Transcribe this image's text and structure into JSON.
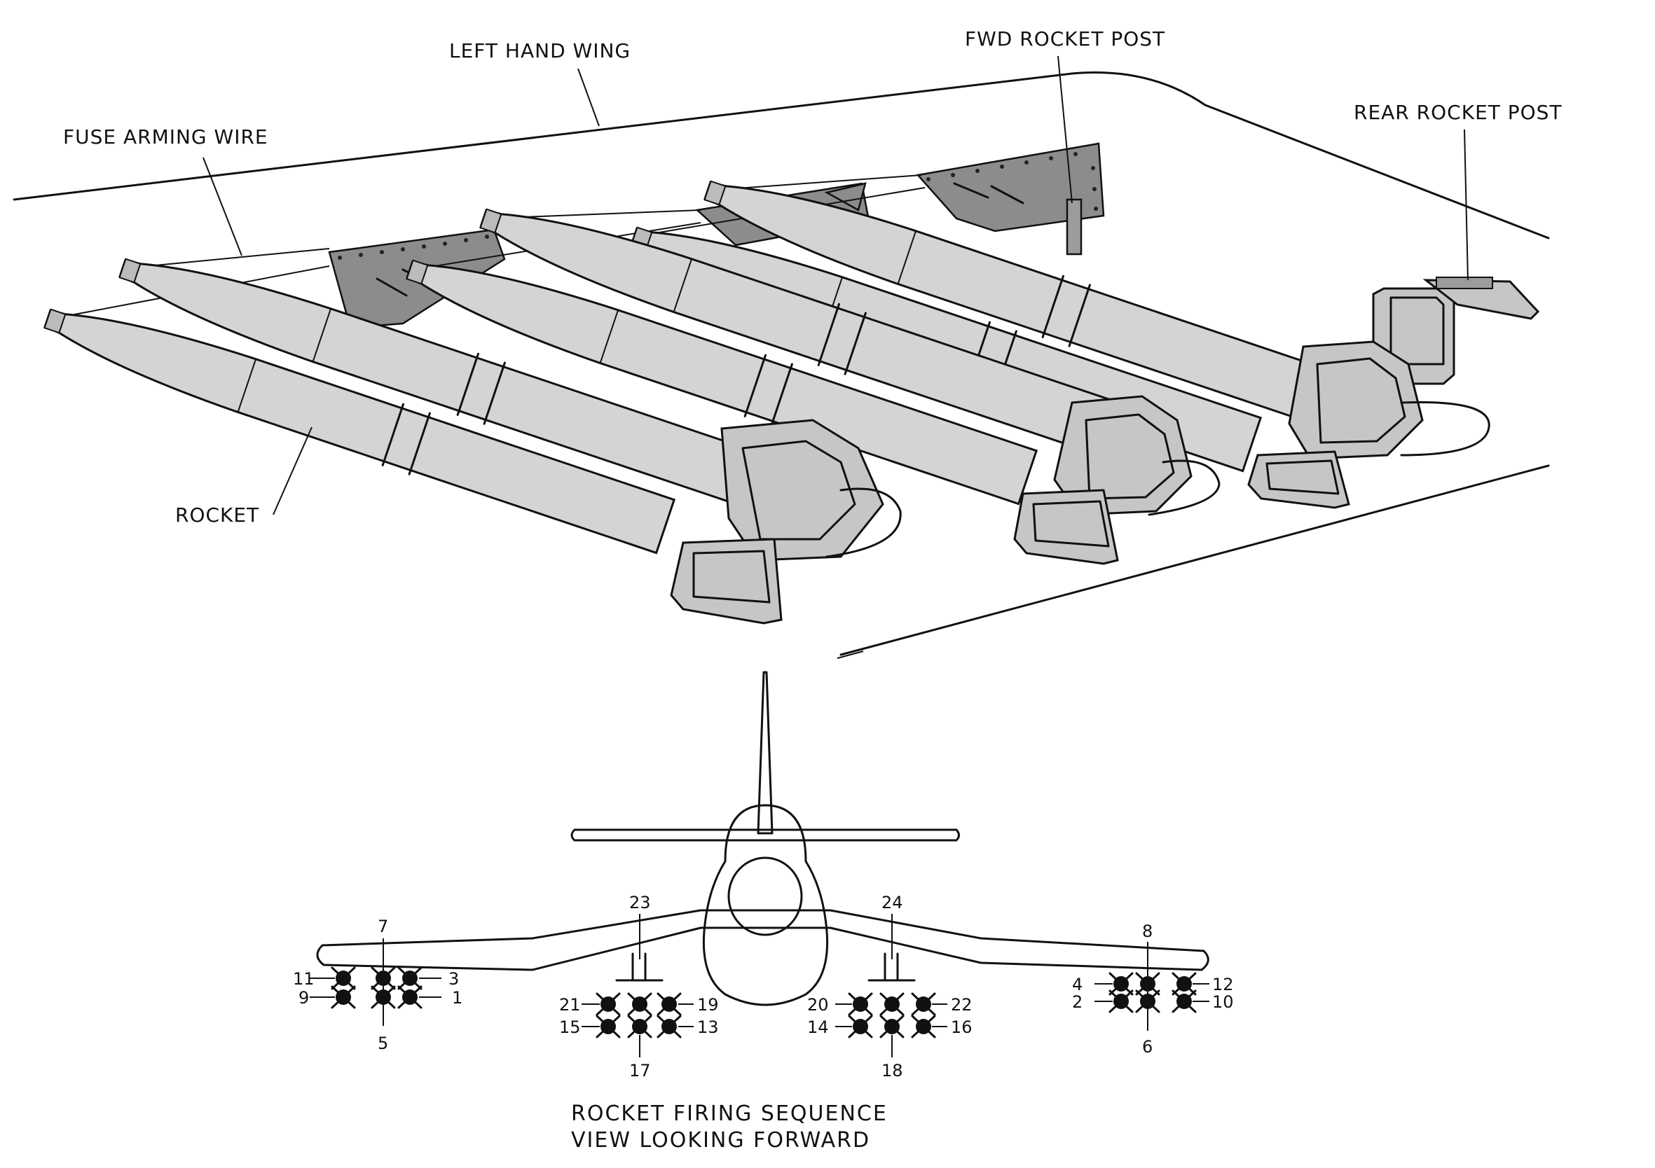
{
  "labels": {
    "left_hand_wing": "LEFT HAND WING",
    "fwd_rocket_post": "FWD ROCKET POST",
    "rear_rocket_post": "REAR ROCKET POST",
    "fuse_arming_wire": "FUSE ARMING WIRE",
    "rocket": "ROCKET"
  },
  "caption": {
    "line1": "ROCKET FIRING SEQUENCE",
    "line2": "VIEW LOOKING FORWARD"
  },
  "firing_sequence": {
    "left_outboard": [
      "11",
      "9",
      "7",
      "5",
      "3",
      "1"
    ],
    "left_inboard": [
      "23",
      "21",
      "15",
      "17",
      "19",
      "13"
    ],
    "right_inboard": [
      "24",
      "20",
      "14",
      "18",
      "22",
      "16"
    ],
    "right_outboard": [
      "4",
      "2",
      "8",
      "6",
      "12",
      "10"
    ]
  }
}
